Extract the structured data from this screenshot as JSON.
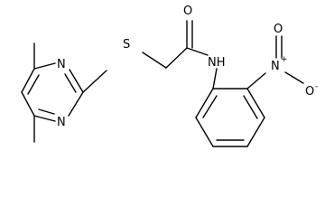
{
  "atoms": {
    "n_pyrimidine_top": "N",
    "n_pyrimidine_bottom": "N",
    "s_thioether": "S",
    "o_carbonyl": "O",
    "nh_amide": "NH",
    "n_nitro": "N",
    "n_nitro_charge": "+",
    "o_nitro_top": "O",
    "o_nitro_minus": "O",
    "o_nitro_minus_charge": "-"
  }
}
